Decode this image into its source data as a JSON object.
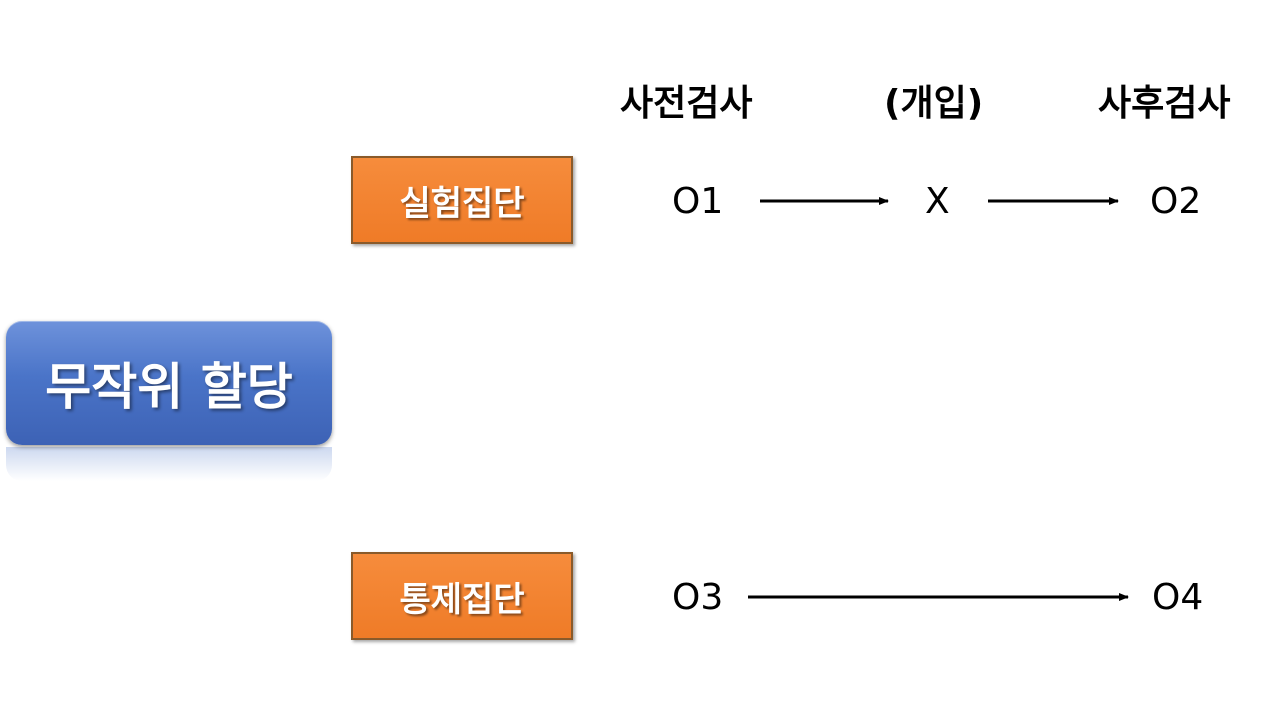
{
  "headers": {
    "pretest": "사전검사",
    "intervention": "(개입)",
    "posttest": "사후검사"
  },
  "random_assignment": "무작위 할당",
  "experimental_group": {
    "label": "실험집단",
    "pre": "O1",
    "treatment": "X",
    "post": "O2"
  },
  "control_group": {
    "label": "통제집단",
    "pre": "O3",
    "post": "O4"
  },
  "colors": {
    "group_box": "#f0802c",
    "random_box": "#4a74c8"
  }
}
